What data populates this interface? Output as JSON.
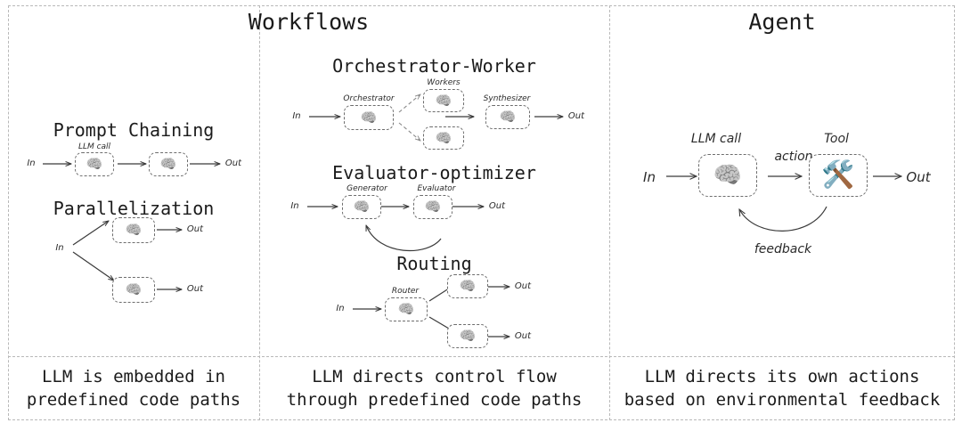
{
  "frame": {
    "border_color": "#b8b8b8"
  },
  "headers": {
    "workflows": "Workflows",
    "agent": "Agent"
  },
  "workflows": {
    "prompt_chaining": {
      "title": "Prompt Chaining",
      "in_label": "In",
      "out_label": "Out",
      "llm_call_label": "LLM call",
      "node_icon": "brain-icon",
      "node_glyph": "🧠"
    },
    "parallelization": {
      "title": "Parallelization",
      "in_label": "In",
      "out_label_1": "Out",
      "out_label_2": "Out",
      "node_icon": "brain-icon",
      "node_glyph": "🧠"
    },
    "orchestrator_worker": {
      "title": "Orchestrator-Worker",
      "in_label": "In",
      "out_label": "Out",
      "orchestrator_label": "Orchestrator",
      "workers_label": "Workers",
      "synthesizer_label": "Synthesizer",
      "node_icon": "brain-icon",
      "node_glyph": "🧠"
    },
    "evaluator_optimizer": {
      "title": "Evaluator-optimizer",
      "in_label": "In",
      "out_label": "Out",
      "generator_label": "Generator",
      "evaluator_label": "Evaluator",
      "node_icon": "brain-icon",
      "node_glyph": "🧠"
    },
    "routing": {
      "title": "Routing",
      "in_label": "In",
      "router_label": "Router",
      "out_label_1": "Out",
      "out_label_2": "Out",
      "node_icon": "brain-icon",
      "node_glyph": "🧠"
    }
  },
  "agent": {
    "in_label": "In",
    "out_label": "Out",
    "llm_call_label": "LLM call",
    "tool_label": "Tool",
    "action_label": "action",
    "feedback_label": "feedback",
    "llm_icon": "brain-icon",
    "llm_glyph": "🧠",
    "tool_icon": "hammer-and-wrench-icon",
    "tool_glyph": "🛠️"
  },
  "captions": {
    "workflows_left": {
      "line1": "LLM is embedded in",
      "line2": "predefined code paths"
    },
    "workflows_right": {
      "line1": "LLM directs control flow",
      "line2": "through predefined code paths"
    },
    "agent": {
      "line1": "LLM directs its own actions",
      "line2": "based on environmental feedback"
    }
  }
}
